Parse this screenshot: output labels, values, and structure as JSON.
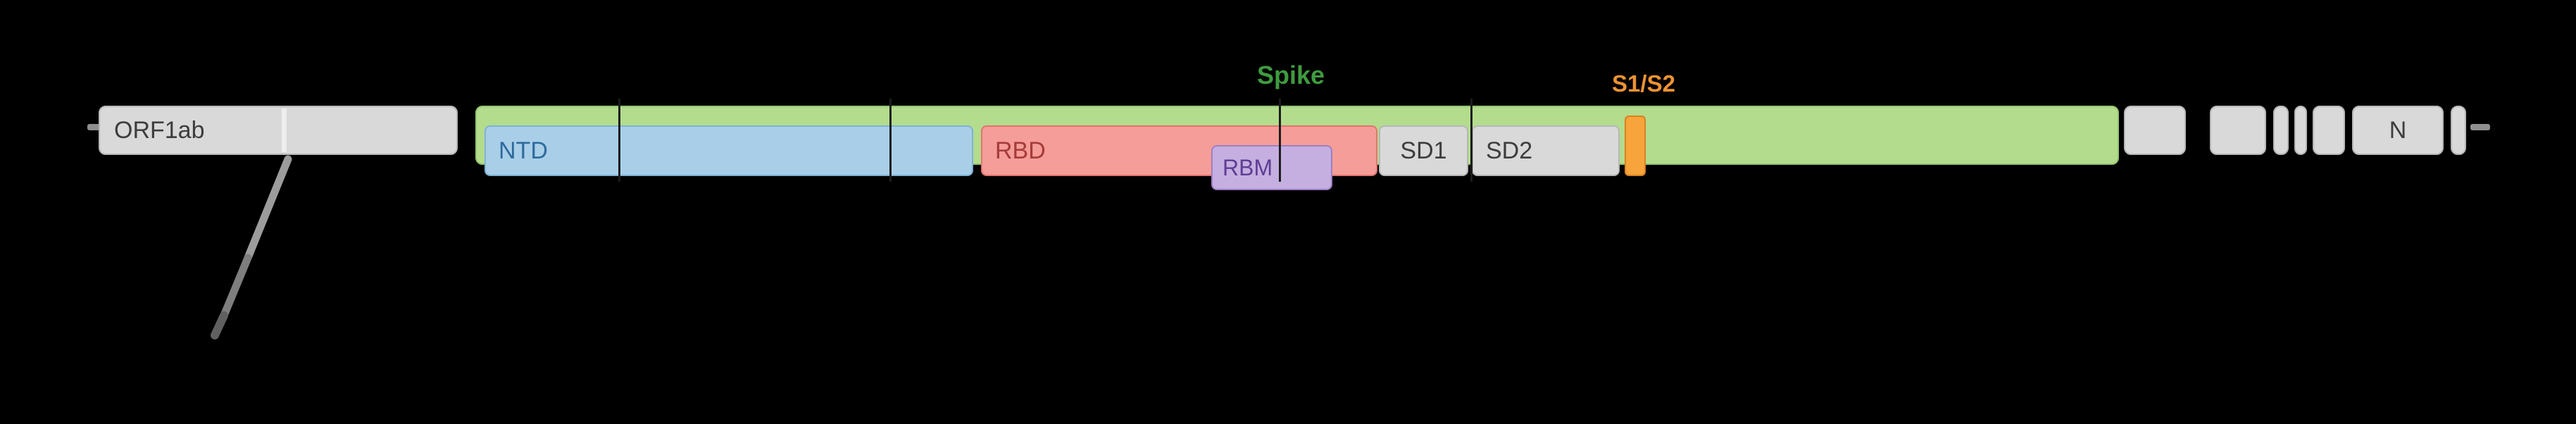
{
  "genes": {
    "orf1ab": "ORF1ab",
    "spike_label": "Spike",
    "n": "N"
  },
  "spike_domains": {
    "ntd": "NTD",
    "rbd": "RBD",
    "rbm": "RBM",
    "sd1": "SD1",
    "sd2": "SD2",
    "s1s2": "S1/S2"
  },
  "colors": {
    "background": "#000000",
    "gene_fill_gray": "#d9d9d9",
    "spike_fill_green": "#b3dc8d",
    "ntd_fill_blue": "#a9cfe8",
    "rbd_fill_red": "#f59d98",
    "rbm_fill_purple": "#c5afe0",
    "s1s2_marker_orange": "#f6a43b",
    "spike_label_green": "#3f9b3f",
    "s1s2_label_orange": "#ee9333"
  }
}
